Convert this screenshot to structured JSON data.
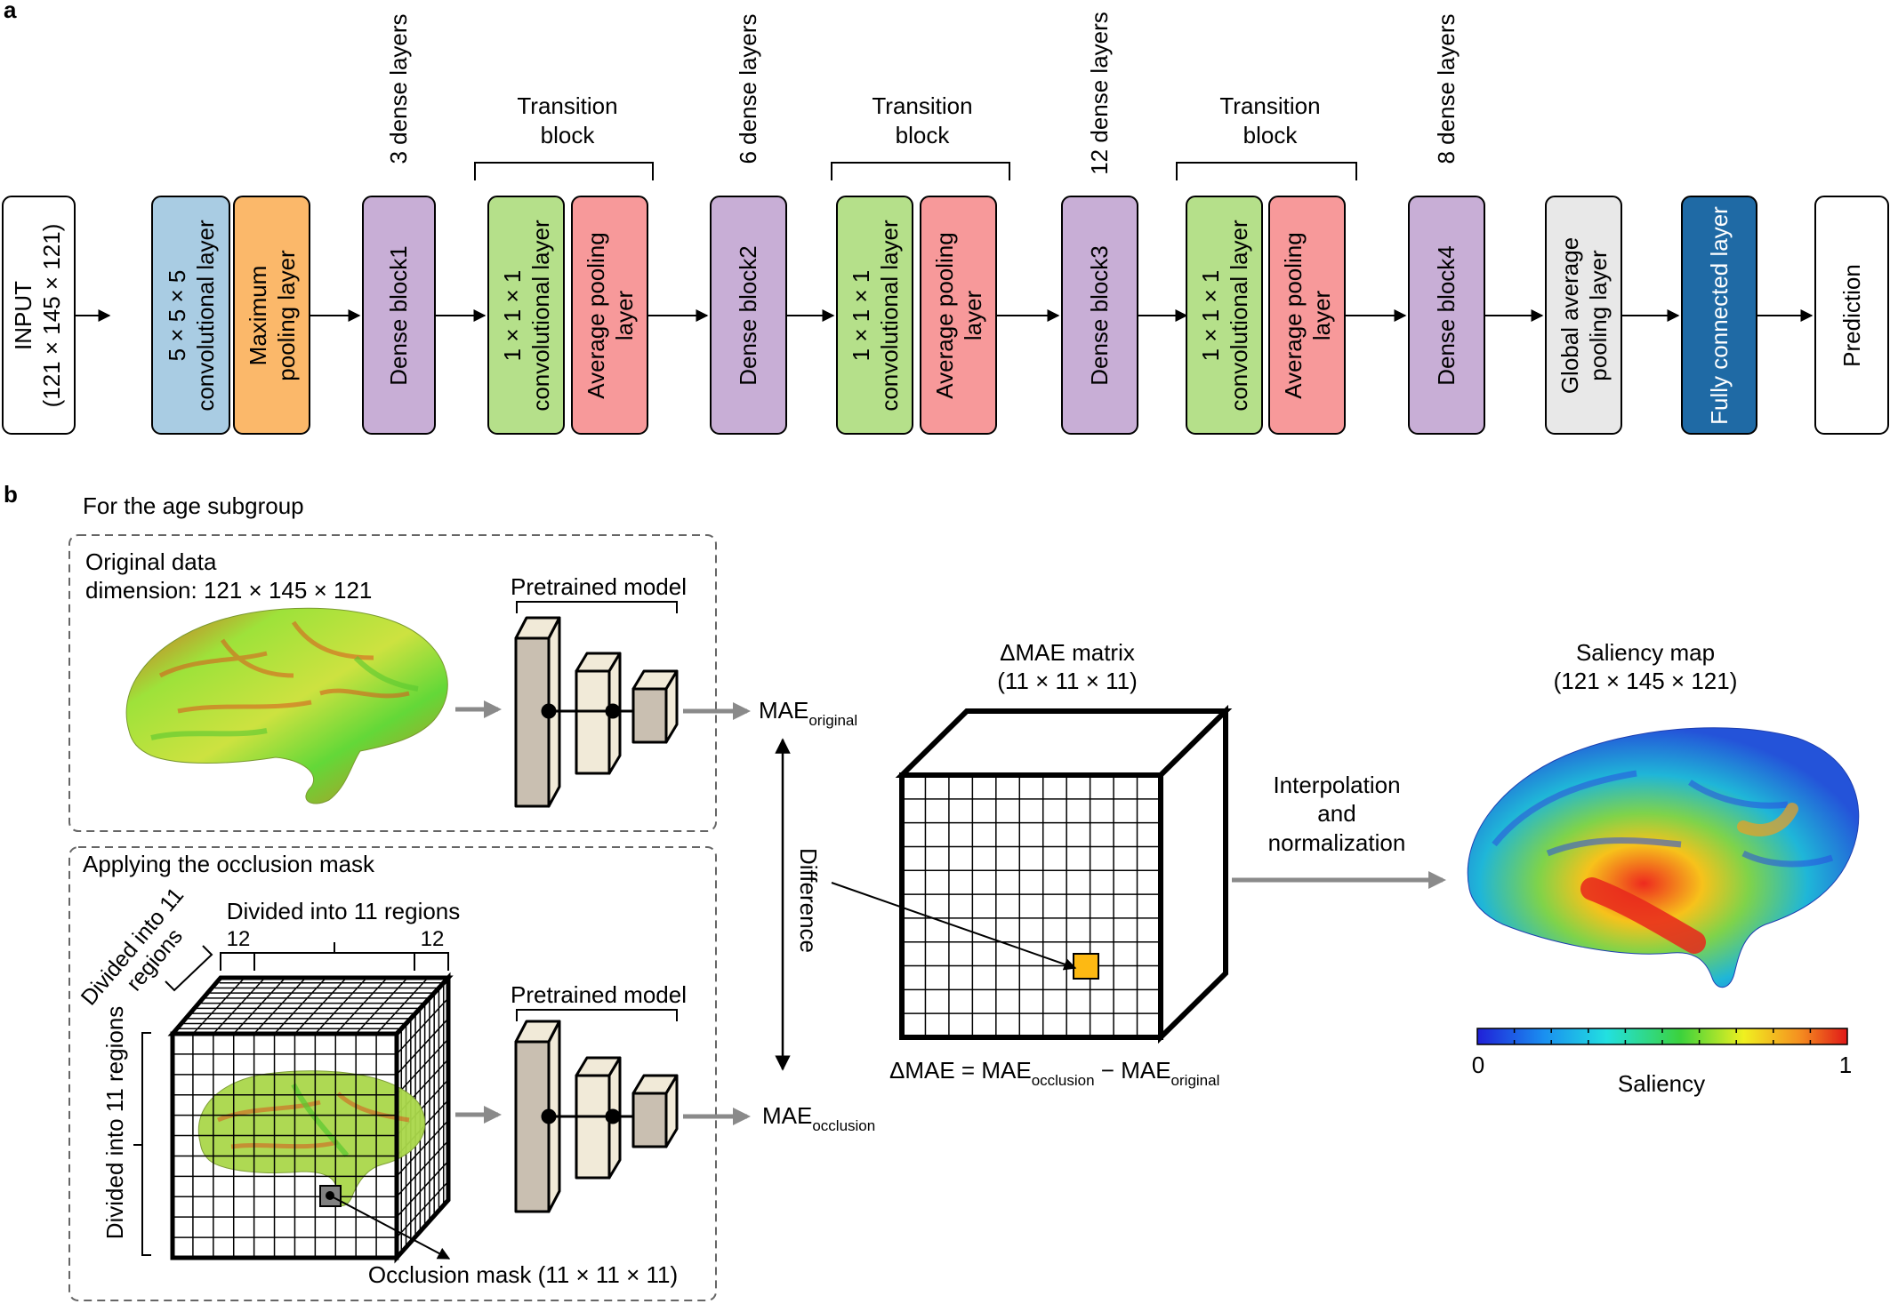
{
  "panel_a": {
    "label": "a",
    "input_block": {
      "line1": "INPUT",
      "line2": "(121 × 145 × 121)"
    },
    "conv_block": {
      "line1": "5 × 5 × 5",
      "line2": "convolutional layer"
    },
    "maxpool_block": {
      "line1": "Maximum",
      "line2": "pooling layer"
    },
    "dense_blocks": [
      {
        "label": "Dense block1",
        "top": "3 dense layers"
      },
      {
        "label": "Dense block2",
        "top": "6 dense layers"
      },
      {
        "label": "Dense block3",
        "top": "12 dense layers"
      },
      {
        "label": "Dense block4",
        "top": "8 dense layers"
      }
    ],
    "transition": {
      "title_line1": "Transition",
      "title_line2": "block",
      "conv_line1": "1 × 1 × 1",
      "conv_line2": "convolutional layer",
      "pool_line1": "Average pooling",
      "pool_line2": "layer"
    },
    "gap_block": {
      "line1": "Global average",
      "line2": "pooling layer"
    },
    "fc_block": {
      "label": "Fully connected layer"
    },
    "prediction_block": {
      "label": "Prediction"
    },
    "colors": {
      "conv5": "#a9cce3",
      "maxpool": "#fbb86a",
      "dense": "#c8aed6",
      "conv1": "#b5e08a",
      "avgpool": "#f7999a",
      "gap": "#e8e8e8",
      "fc": "#1f6aa5",
      "white": "#ffffff"
    }
  },
  "panel_b": {
    "label": "b",
    "subgroup_title": "For the age subgroup",
    "original_line1": "Original data",
    "original_line2": "dimension: 121 × 145 × 121",
    "pretrained_label": "Pretrained model",
    "mae_original_main": "MAE",
    "mae_original_sub": "original",
    "occlusion_title": "Applying the occlusion mask",
    "divided_top": "Divided into 11 regions",
    "divided_side_line1": "Divided into 11",
    "divided_side_line2": "regions",
    "divided_left": "Divided into 11 regions",
    "num_left": "12",
    "num_right": "12",
    "occlusion_mask_label": "Occlusion mask (11 × 11 × 11)",
    "mae_occlusion_main": "MAE",
    "mae_occlusion_sub": "occlusion",
    "difference_label": "Difference",
    "delta_title_line1": "ΔMAE matrix",
    "delta_title_line2": "(11 × 11 × 11)",
    "formula_part1": "ΔMAE = MAE",
    "formula_sub1": "occlusion",
    "formula_part2": " − MAE",
    "formula_sub2": "original",
    "interp_line1": "Interpolation",
    "interp_line2": "and",
    "interp_line3": "normalization",
    "saliency_title_line1": "Saliency map",
    "saliency_title_line2": "(121 × 145 × 121)",
    "colorbar_min": "0",
    "colorbar_max": "1",
    "colorbar_label": "Saliency",
    "colors": {
      "model_block": "#c9bfb1",
      "model_light": "#f1ead8",
      "highlight_cell": "#fdb913",
      "arrow_gray": "#8a8a8a"
    }
  }
}
